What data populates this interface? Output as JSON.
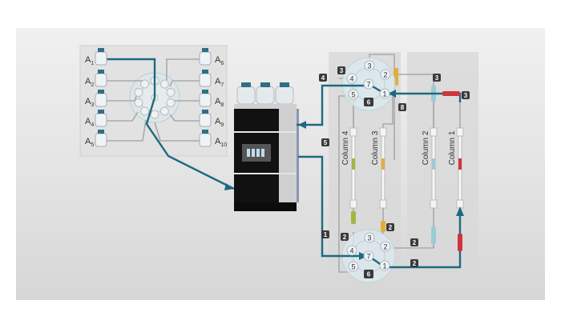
{
  "selector": {
    "left_bottles": [
      {
        "l": "A",
        "s": "1"
      },
      {
        "l": "A",
        "s": "2"
      },
      {
        "l": "A",
        "s": "3"
      },
      {
        "l": "A",
        "s": "4"
      },
      {
        "l": "A",
        "s": "5"
      }
    ],
    "right_bottles": [
      {
        "l": "A",
        "s": "6"
      },
      {
        "l": "A",
        "s": "7"
      },
      {
        "l": "A",
        "s": "8"
      },
      {
        "l": "A",
        "s": "9"
      },
      {
        "l": "A",
        "s": "10"
      }
    ]
  },
  "valve_ports": [
    "1",
    "2",
    "3",
    "4",
    "5",
    "6",
    "7"
  ],
  "columns": [
    "Column 1",
    "Column 2",
    "Column 3",
    "Column 4"
  ],
  "badges": {
    "b4": "4",
    "b3a": "3",
    "b3b": "3",
    "b3c": "3",
    "b8": "8",
    "b5": "5",
    "b1": "1",
    "b2a": "2",
    "b2b": "2",
    "b2c": "2",
    "b2d": "2"
  },
  "colors": {
    "teal": "#1d6a80",
    "column1": "#d0343c",
    "column2": "#9ccbd8",
    "column3": "#e2ad3a",
    "column4": "#a6b540"
  }
}
